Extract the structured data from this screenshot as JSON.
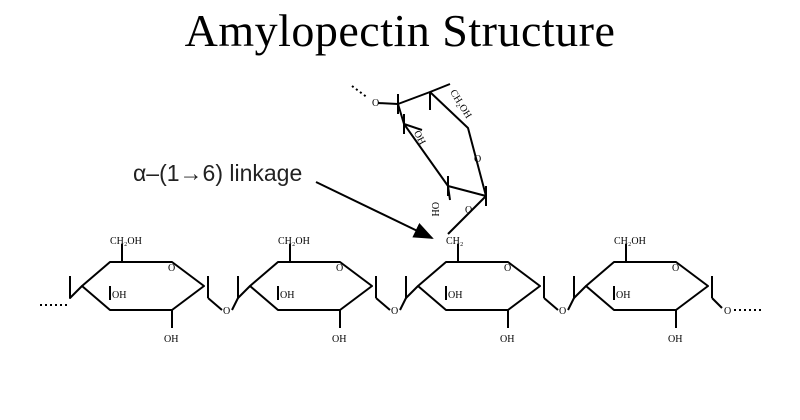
{
  "title": "Amylopectin Structure",
  "annotation": {
    "linkage_label": "α–(1→6) linkage"
  },
  "chain": {
    "units": [
      {
        "top_group": "CH₂OH",
        "ring_oh": "OH",
        "bottom_oh": "OH"
      },
      {
        "top_group": "CH₂OH",
        "ring_oh": "OH",
        "bottom_oh": "OH"
      },
      {
        "top_group": "CH₂",
        "ring_oh": "OH",
        "bottom_oh": "OH"
      },
      {
        "top_group": "CH₂OH",
        "ring_oh": "OH",
        "bottom_oh": "OH"
      }
    ],
    "ring_oxygen": "O",
    "bridge_oxygen": "O"
  },
  "branch": {
    "top_group": "CH₂OH",
    "ring_oh_left": "OH",
    "ring_oh_bottom": "OH",
    "ring_oxygen": "O",
    "link_oxygen_top": "O",
    "link_oxygen_bottom": "O"
  }
}
